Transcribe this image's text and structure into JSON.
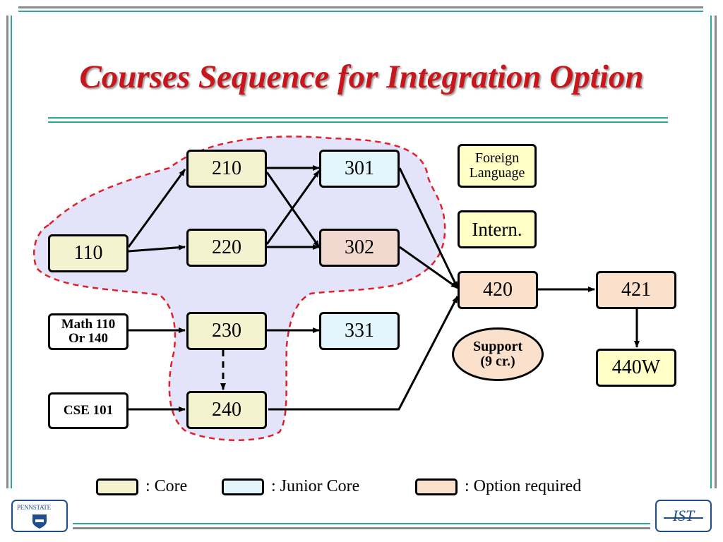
{
  "title": "Courses Sequence for Integration Option",
  "courses": {
    "c110": "110",
    "c210": "210",
    "c220": "220",
    "c230": "230",
    "c240": "240",
    "c301": "301",
    "c302": "302",
    "c331": "331",
    "c420": "420",
    "c421": "421",
    "c440w": "440W"
  },
  "prerequisites": {
    "math_line1": "Math 110",
    "math_line2": "Or 140",
    "cse": "CSE 101"
  },
  "extras": {
    "foreign_line1": "Foreign",
    "foreign_line2": "Language",
    "intern": "Intern.",
    "support_line1": "Support",
    "support_line2": "(9 cr.)"
  },
  "legend": {
    "core": ": Core",
    "junior_core": ": Junior Core",
    "option_required": ": Option required"
  },
  "logos": {
    "pennstate": "PENNSTATE",
    "ist": "IST"
  },
  "colors": {
    "title": "#c8161d",
    "core": "#f5f3cf",
    "junior_core": "#e2f6fb",
    "option_required": "#fbe0cb",
    "highlight_region": "#e3e3fa",
    "region_border": "#e0202a",
    "rule_teal": "#2aa89a"
  }
}
